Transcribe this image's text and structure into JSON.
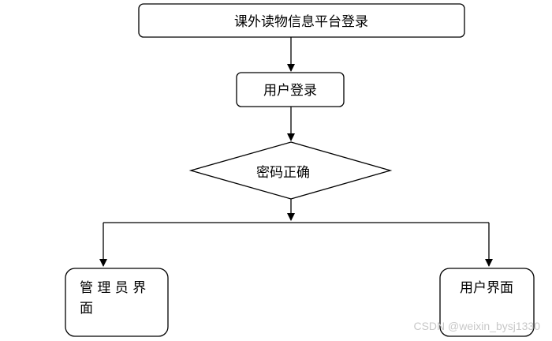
{
  "flowchart": {
    "start_node": "课外读物信息平台登录",
    "login_node": "用户登录",
    "decision_node": "密码正确",
    "admin_node": {
      "line1": "管 理 员 界",
      "line2": "面"
    },
    "user_node": "用户界面"
  },
  "watermark": "CSDN @weixin_bysj1330"
}
